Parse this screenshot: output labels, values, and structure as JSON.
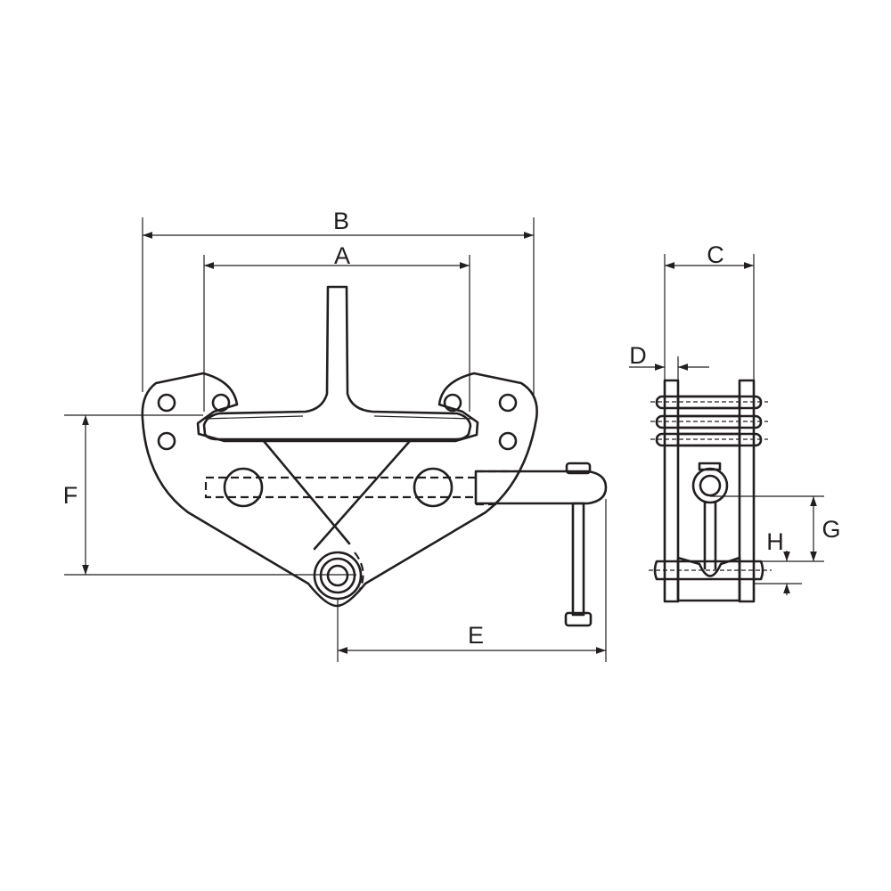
{
  "drawing": {
    "dimension_labels": {
      "A": "A",
      "B": "B",
      "C": "C",
      "D": "D",
      "E": "E",
      "F": "F",
      "G": "G",
      "H": "H"
    }
  }
}
